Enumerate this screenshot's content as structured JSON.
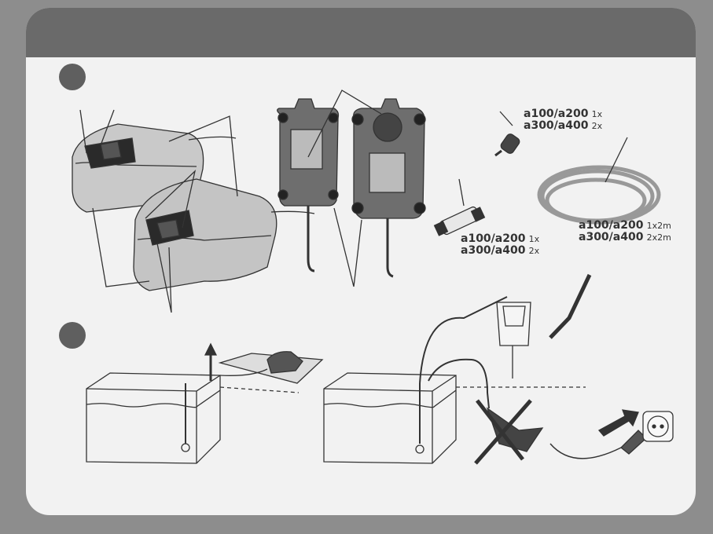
{
  "colors": {
    "frame": "#8d8d8d",
    "panel": "#f2f2f2",
    "header": "#6a6a6a",
    "step": "#5f5f5f",
    "ink": "#333333"
  },
  "step_labels": [
    "",
    ""
  ],
  "stone_label": {
    "line1_model": "a100/a200",
    "line1_qty": "1x",
    "line2_model": "a300/a400",
    "line2_qty": "2x"
  },
  "valve_label": {
    "line1_model": "a100/a200",
    "line1_qty": "1x",
    "line2_model": "a300/a400",
    "line2_qty": "2x"
  },
  "tube_label": {
    "line1_model": "a100/a200",
    "line1_qty": "1x2m",
    "line2_model": "a300/a400",
    "line2_qty": "2x2m"
  },
  "icons": [
    "check-mark-icon",
    "cross-mark-icon",
    "arrow-up-icon",
    "arrow-right-icon",
    "power-socket-icon"
  ]
}
